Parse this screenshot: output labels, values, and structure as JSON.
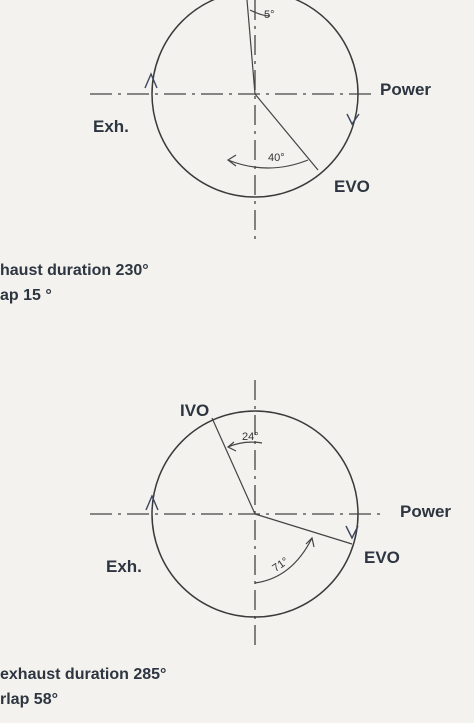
{
  "diagrams": [
    {
      "labels": {
        "top_angle": "5°",
        "power": "Power",
        "exhaust": "Exh.",
        "evo_angle": "40°",
        "evo": "EVO"
      },
      "caption_line1": "haust duration 230°",
      "caption_line2": "ap 15  °"
    },
    {
      "labels": {
        "ivo": "IVO",
        "ivo_angle": "24°",
        "power": "Power",
        "exhaust": "Exh.",
        "evo_angle": "71°",
        "evo": "EVO"
      },
      "caption_line1": "exhaust duration 285°",
      "caption_line2": "rlap 58°"
    }
  ]
}
